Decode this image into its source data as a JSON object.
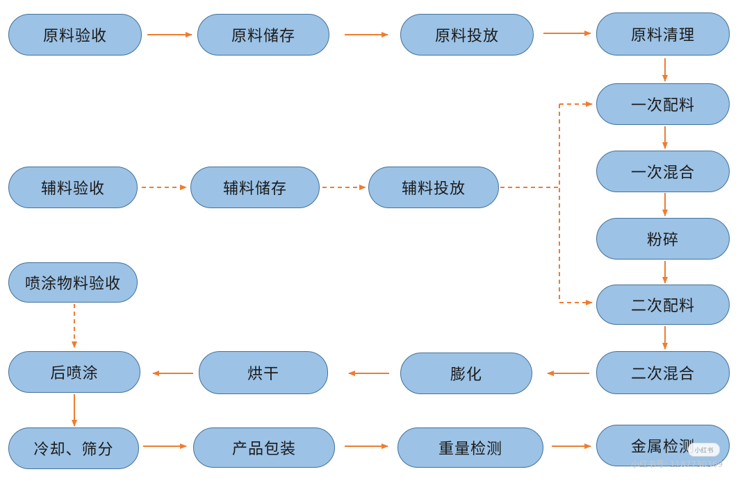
{
  "colors": {
    "node_fill": "#9cc2e5",
    "node_border": "#41719c",
    "arrow": "#ed7d31",
    "text": "#1a1a1a"
  },
  "nodes": {
    "raw_receiving": "原料验收",
    "raw_storage": "原料储存",
    "raw_feeding": "原料投放",
    "raw_cleaning": "原料清理",
    "first_batching": "一次配料",
    "first_mixing": "一次混合",
    "crushing": "粉碎",
    "second_batching": "二次配料",
    "second_mixing": "二次混合",
    "extrusion": "膨化",
    "drying": "烘干",
    "post_spraying": "后喷涂",
    "aux_receiving": "辅料验收",
    "aux_storage": "辅料储存",
    "aux_feeding": "辅料投放",
    "spray_material_receiving": "喷涂物料验收",
    "cooling_sieving": "冷却、筛分",
    "packaging": "产品包装",
    "weight_check": "重量检测",
    "metal_detection": "金属检测"
  },
  "watermark": {
    "badge": "小红书",
    "text": "小红书号: 1187730369"
  }
}
